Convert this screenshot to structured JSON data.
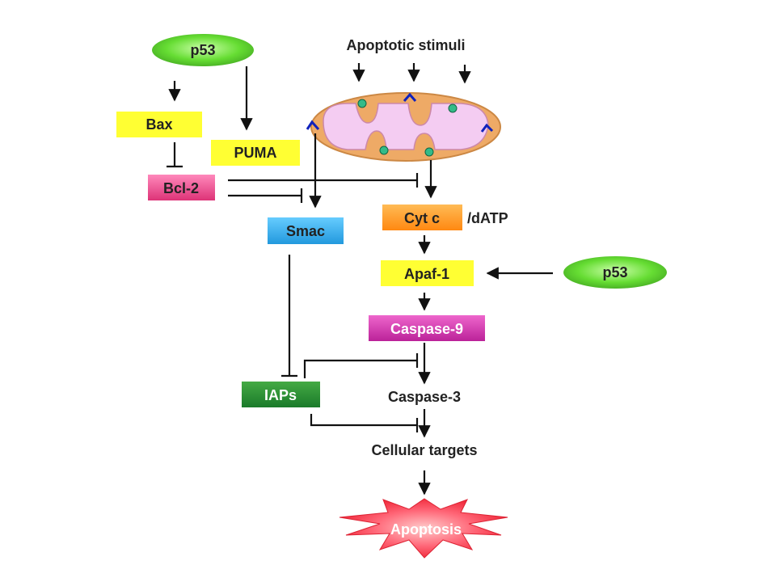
{
  "title": "Apoptotic stimuli",
  "nodes": {
    "p53_top": "p53",
    "p53_right": "p53",
    "bax": "Bax",
    "puma": "PUMA",
    "bcl2": "Bcl-2",
    "smac": "Smac",
    "cytc": "Cyt c",
    "datp": "/dATP",
    "apaf1": "Apaf-1",
    "caspase9": "Caspase-9",
    "caspase3": "Caspase-3",
    "iaps": "IAPs",
    "cellular_targets": "Cellular targets",
    "apoptosis": "Apoptosis"
  },
  "colors": {
    "p53_fill": "#66dd33",
    "yellow_box": "#ffff33",
    "pink_box": "#ee4488",
    "blue_box": "#33aaee",
    "orange_box": "#ff9922",
    "magenta_box": "#cc33aa",
    "green_box": "#228833",
    "mito_outer": "#e8a060",
    "mito_inner": "#f2c8f0",
    "starburst": "#ee3344"
  }
}
